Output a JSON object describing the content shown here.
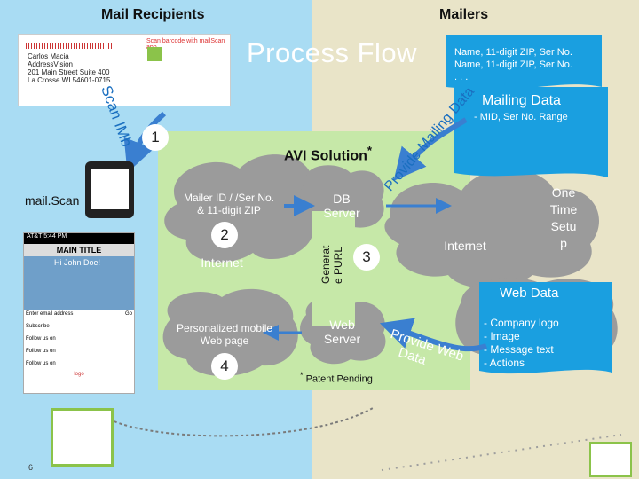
{
  "headers": {
    "mail_recipients": "Mail Recipients",
    "mailers": "Mailers"
  },
  "title": "Process Flow",
  "mailer_card": {
    "lines": [
      "Name, 11-digit ZIP, Ser No.",
      "Name, 11-digit ZIP, Ser No.",
      ". . ."
    ]
  },
  "mailing_data": {
    "title": "Mailing Data",
    "detail": "- MID, Ser No. Range"
  },
  "address_card": {
    "top_text": "Scan barcode with mailScan app",
    "lines": [
      "Carlos Macia",
      "AddressVision",
      "201 Main Street Suite 400",
      "La Crosse WI 54601-0715"
    ]
  },
  "scan_imb": {
    "line1": "Scan",
    "line2": "IMb"
  },
  "steps": [
    "1",
    "2",
    "3",
    "4"
  ],
  "avi": {
    "label": "AVI Solution",
    "sup": "*"
  },
  "provide_mailing_data": {
    "line1": "Provide Mailing",
    "line2": "Data"
  },
  "mailscan": "mail.Scan",
  "mailer_id": {
    "line1": "Mailer ID / /Ser No.",
    "line2": "& 11-digit ZIP"
  },
  "db_server": {
    "line1": "DB",
    "line2": "Server"
  },
  "internet_left": "Internet",
  "generate_purl": {
    "line1": "Generat",
    "line2": "e PURL"
  },
  "internet_right": "Internet",
  "one_time_setup": [
    "One",
    "Time",
    "Setu",
    "p"
  ],
  "web_data": {
    "title": "Web Data",
    "items": [
      "- Company logo",
      "- Image",
      "- Message text",
      "- Actions"
    ]
  },
  "personalized": {
    "line1": "Personalized mobile",
    "line2": "Web page"
  },
  "web_server": {
    "line1": "Web",
    "line2": "Server"
  },
  "provide_web_data": {
    "line1": "Provide Web",
    "line2": "Data"
  },
  "patent": {
    "sup": "*",
    "text": "Patent Pending"
  },
  "phone": {
    "status": "AT&T  5:44 PM",
    "main_title": "MAIN TITLE",
    "greeting": "Hi John Doe!",
    "email_placeholder": "Enter email address",
    "button": "Go",
    "follow_label": "Follow us on",
    "logo": "logo",
    "subscribe": "Subscribe"
  },
  "page_number": "6",
  "colors": {
    "left_panel": "#a9dcf3",
    "right_panel": "#e9e4c8",
    "avi_panel": "#c6e8a8",
    "cloud": "#9b9b9b",
    "doc_blue": "#1a9fe0",
    "arrow": "#3a7fd0",
    "brand_green": "#8bc34a"
  }
}
